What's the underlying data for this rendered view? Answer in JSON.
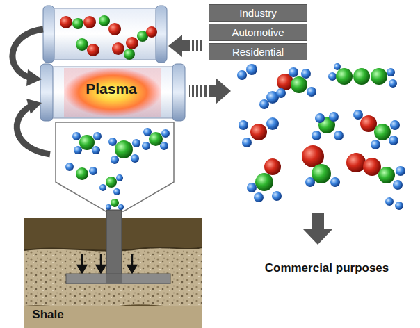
{
  "diagram": {
    "nodes": [
      {
        "text": [
          "Industry"
        ]
      },
      {
        "text": [
          "Automotive"
        ]
      },
      {
        "text": [
          "Residential"
        ]
      },
      {
        "text": [
          "Plasma"
        ]
      },
      {
        "text": [
          "Shale"
        ]
      }
    ],
    "labels": [
      "Commercial purposes"
    ]
  }
}
